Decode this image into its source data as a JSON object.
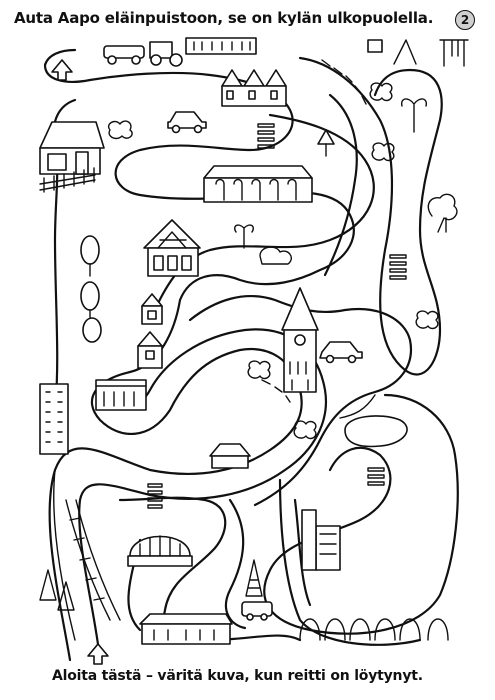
{
  "page": {
    "title": "Auta Aapo eläinpuistoon,  se on kylän ulkopuolella.",
    "page_number": "2",
    "footer": "Aloita tästä – väritä kuva, kun reitti on löytynyt.",
    "start_icon": "up-arrow-icon",
    "goal_icon": "up-arrow-icon"
  },
  "colors": {
    "ink": "#111111",
    "paper": "#ffffff",
    "badge": "#cfcfcf"
  }
}
